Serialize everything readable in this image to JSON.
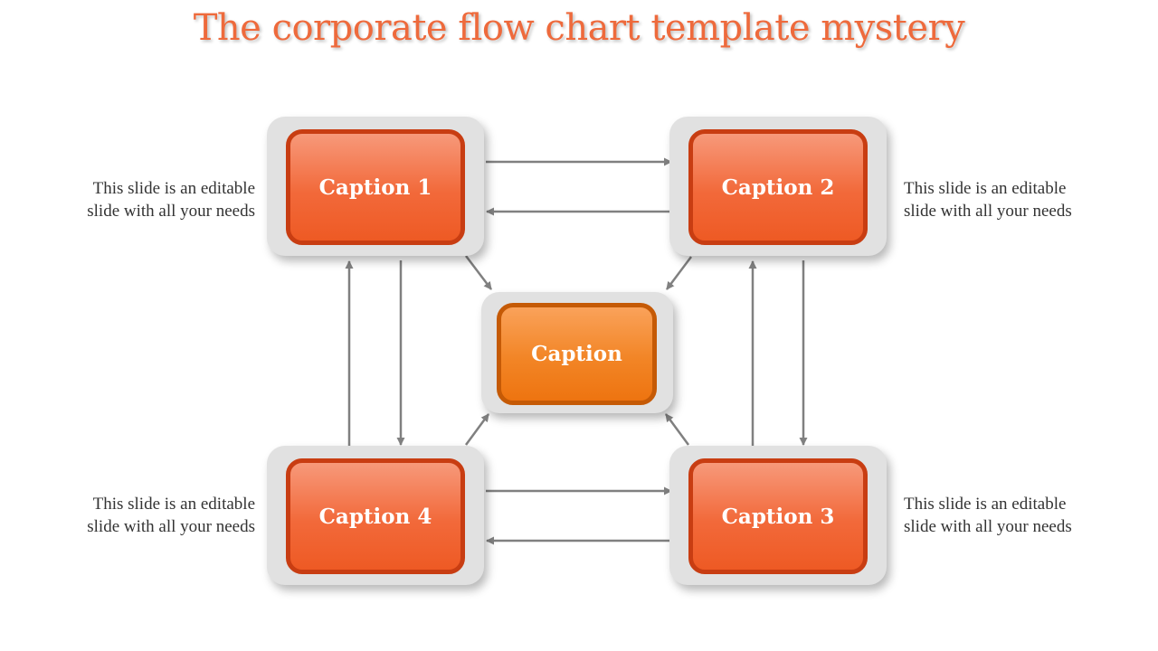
{
  "title": "The corporate flow chart template mystery",
  "nodes": {
    "caption1": "Caption 1",
    "caption2": "Caption 2",
    "caption3": "Caption 3",
    "caption4": "Caption 4",
    "center": "Caption"
  },
  "descriptions": {
    "top_left": {
      "line1": "This slide is an editable",
      "line2": "slide with all your needs"
    },
    "top_right": {
      "line1": "This slide is an editable",
      "line2": "slide with all your needs"
    },
    "bottom_left": {
      "line1": "This slide is an editable",
      "line2": "slide with all your needs"
    },
    "bottom_right": {
      "line1": "This slide is an editable",
      "line2": "slide with all your needs"
    }
  },
  "colors": {
    "title": "#ee6a3c",
    "corner_fill": "#f2693a",
    "corner_border": "#c83d12",
    "center_fill": "#f28526",
    "center_border": "#c55a06",
    "panel": "#e1e1e1",
    "arrow": "#808080"
  }
}
